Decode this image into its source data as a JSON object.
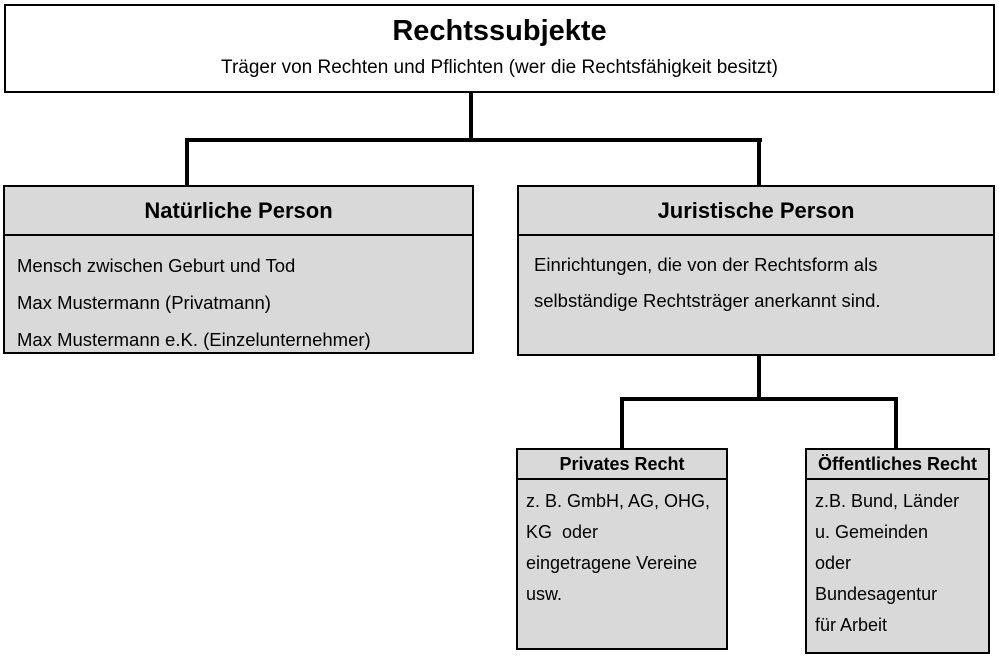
{
  "diagram": {
    "root": {
      "title": "Rechtssubjekte",
      "subtitle": "Träger von Rechten und Pflichten (wer die Rechtsfähigkeit besitzt)"
    },
    "natural_person": {
      "title": "Natürliche Person",
      "lines": [
        "Mensch zwischen Geburt und Tod",
        "Max Mustermann (Privatmann)",
        "Max Mustermann e.K. (Einzelunternehmer)"
      ]
    },
    "legal_person": {
      "title": "Juristische Person",
      "lines": [
        "Einrichtungen, die von der Rechtsform als",
        "selbständige Rechtsträger anerkannt sind."
      ]
    },
    "private_law": {
      "title": "Privates Recht",
      "lines": [
        "z. B. GmbH, AG, OHG,",
        "KG  oder",
        "eingetragene Vereine",
        "usw."
      ]
    },
    "public_law": {
      "title": "Öffentliches Recht",
      "lines": [
        "z.B. Bund, Länder",
        "u. Gemeinden",
        "oder",
        "Bundesagentur",
        "für Arbeit"
      ]
    },
    "colors": {
      "box_fill": "#d9d9d9",
      "border": "#000000",
      "background": "#ffffff"
    }
  }
}
